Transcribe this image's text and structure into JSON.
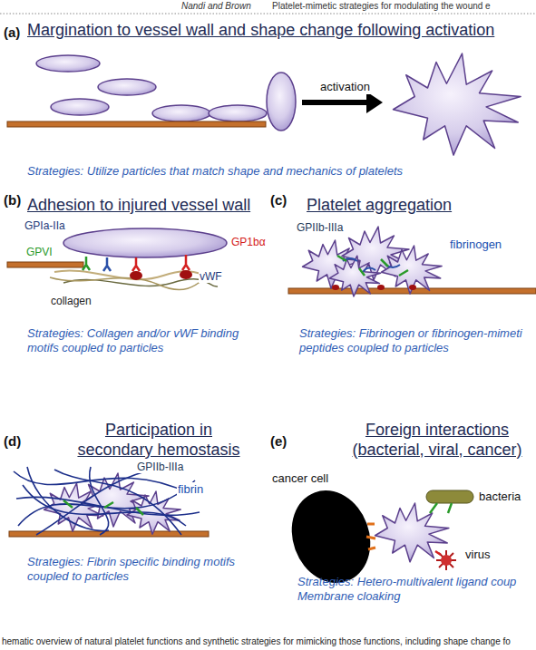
{
  "diagram": {
    "caption": "hematic overview of natural platelet functions and synthetic strategies for mimicking those functions, including shape change fo",
    "labels": [
      "Nandi and Brown",
      "Platelet-mimetic strategies for modulating the wound e",
      "(a)",
      "Margination to vessel wall and shape change following activation",
      "activation",
      "Strategies: Utilize particles that match shape and mechanics of platelets",
      "(b)",
      "Adhesion to injured vessel wall",
      "GPIa-IIa",
      "GP1bα",
      "GPVI",
      "collagen",
      "vWF",
      "Strategies: Collagen and/or vWF binding motifs coupled to particles",
      "(c)",
      "Platelet aggregation",
      "GPIIb-IIIa",
      "fibrinogen",
      "Strategies: Fibrinogen or fibrinogen-mimeti peptides coupled to particles",
      "(d)",
      "Participation in secondary hemostasis",
      "GPIIb-IIIa",
      "fibrin",
      "Strategies: Fibrin specific binding motifs coupled to particles",
      "(e)",
      "Foreign interactions (bacterial, viral, cancer)",
      "cancer cell",
      "bacteria",
      "virus",
      "Strategies: Hetero-multivalent ligand coup Membrane cloaking"
    ]
  }
}
